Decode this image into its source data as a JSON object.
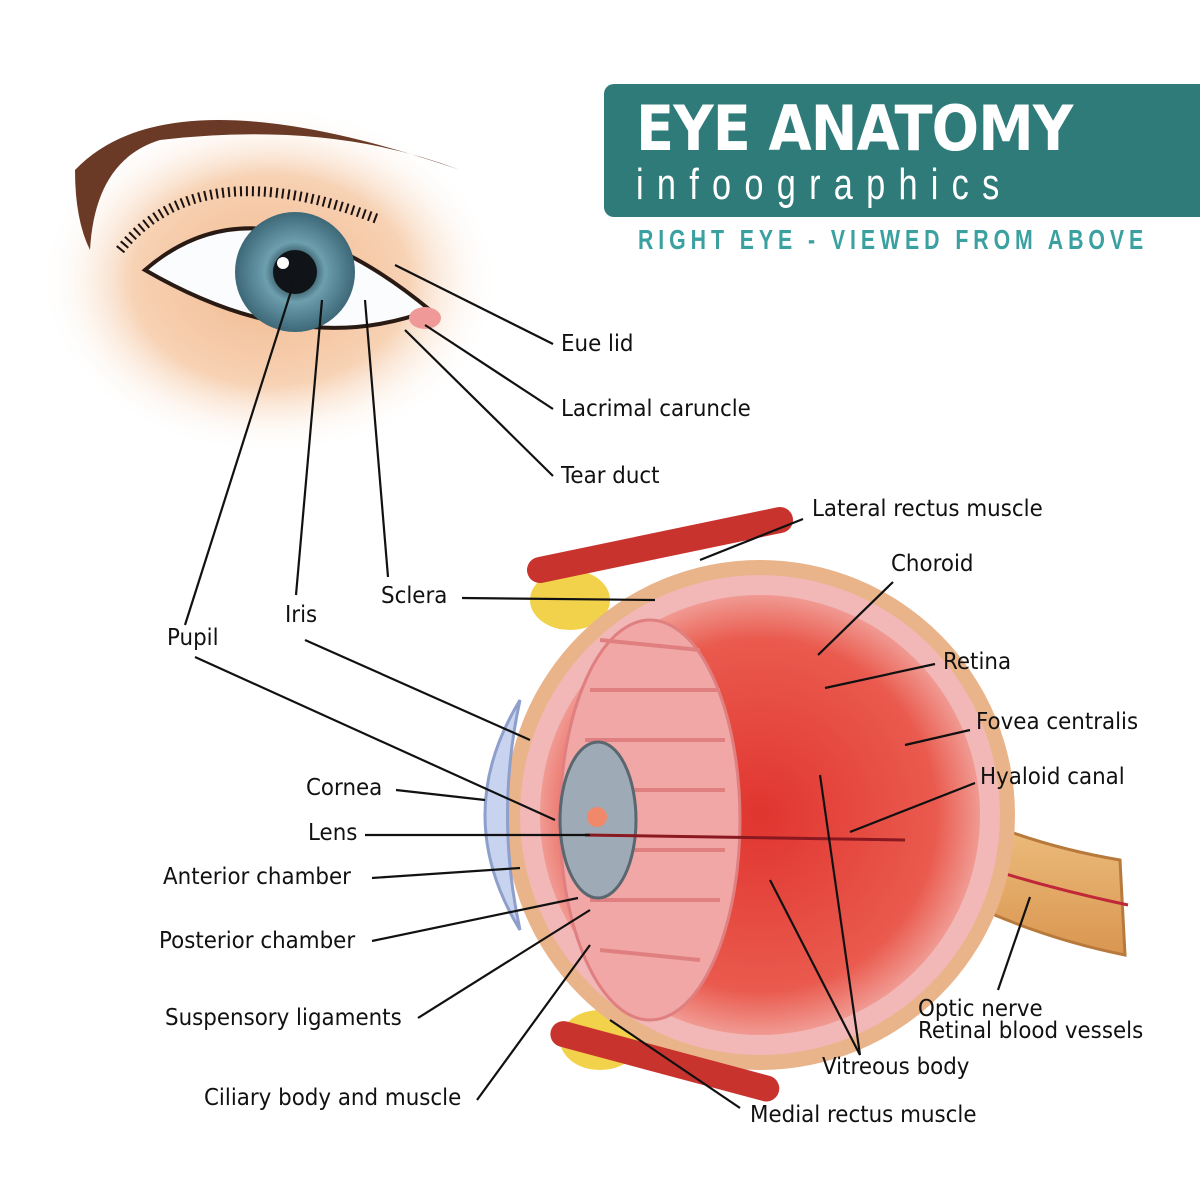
{
  "title": {
    "main": "EYE ANATOMY",
    "sub": "infoographics",
    "caption": "RIGHT EYE - VIEWED FROM ABOVE"
  },
  "colors": {
    "banner": "#2f7b7a",
    "caption": "#3aa0a0",
    "label": "#111111"
  },
  "labels": {
    "eyelid": "Eue lid",
    "lacrimal_caruncle": "Lacrimal caruncle",
    "tear_duct": "Tear duct",
    "lateral_rectus": "Lateral rectus muscle",
    "choroid": "Choroid",
    "retina": "Retina",
    "fovea": "Fovea centralis",
    "hyaloid": "Hyaloid canal",
    "sclera": "Sclera",
    "iris": "Iris",
    "pupil": "Pupil",
    "cornea": "Cornea",
    "lens": "Lens",
    "anterior_chamber": "Anterior chamber",
    "posterior_chamber": "Posterior chamber",
    "suspensory": "Suspensory ligaments",
    "ciliary": "Ciliary body and muscle",
    "optic_nerve": "Optic nerve",
    "retinal_vessels": "Retinal blood vessels",
    "vitreous": "Vitreous body",
    "medial_rectus": "Medial rectus muscle"
  }
}
